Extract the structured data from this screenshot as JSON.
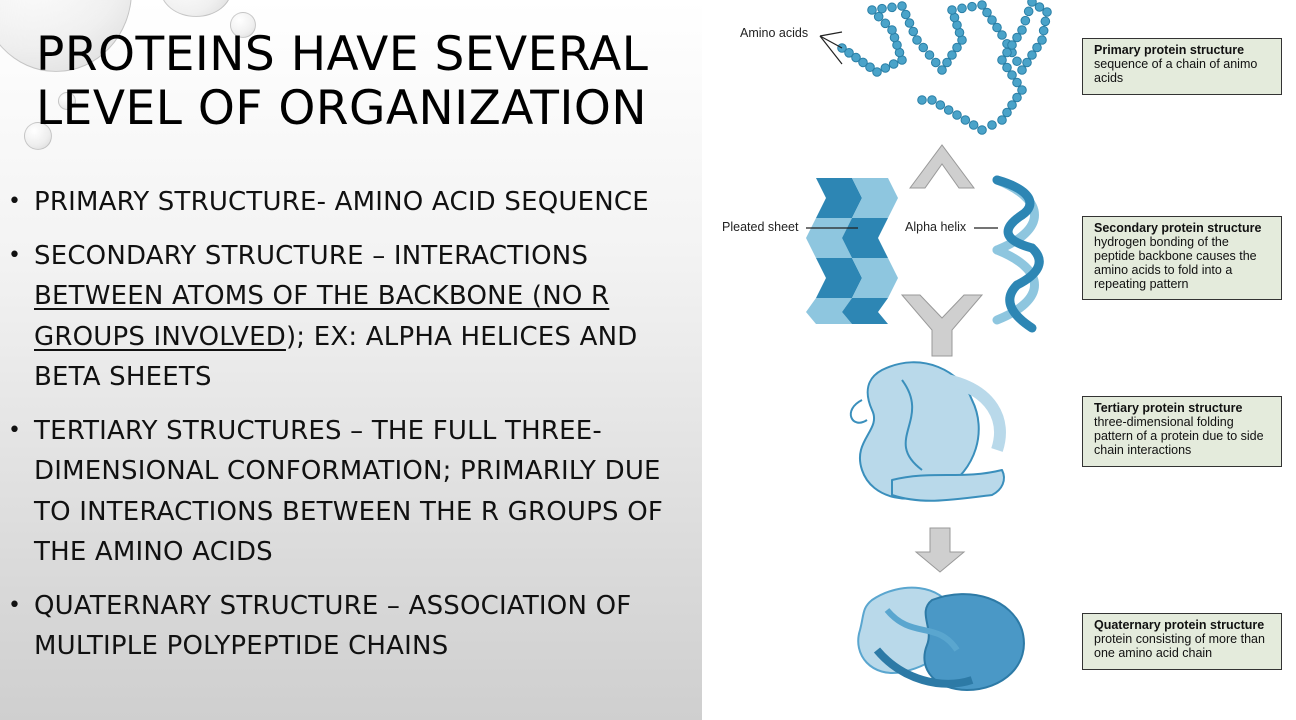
{
  "slide": {
    "title": "Proteins have several level of organization",
    "bullets": [
      {
        "text_1": "Primary structure- amino acid sequence"
      },
      {
        "text_1": "Secondary structure – interactions ",
        "underlined": "between atoms of the backbone (no R groups involved",
        "text_2": "); ex: alpha helices and beta sheets"
      },
      {
        "text_1": "Tertiary structures – the full three-dimensional conformation; primarily due to interactions between the R groups of the amino acids"
      },
      {
        "text_1": "Quaternary structure – association of multiple polypeptide chains"
      }
    ]
  },
  "diagram": {
    "labels": {
      "amino_acids": "Amino acids",
      "pleated_sheet": "Pleated sheet",
      "alpha_helix": "Alpha helix"
    },
    "boxes": [
      {
        "title": "Primary protein structure",
        "desc": "sequence of a chain of animo acids"
      },
      {
        "title": "Secondary protein structure",
        "desc": "hydrogen bonding of the peptide backbone causes the amino acids to fold into a repeating pattern"
      },
      {
        "title": "Tertiary protein structure",
        "desc": "three-dimensional folding pattern of a protein due to side chain interactions"
      },
      {
        "title": "Quaternary protein structure",
        "desc": "protein consisting of more than one amino acid chain"
      }
    ],
    "colors": {
      "bead": "#4aa3c9",
      "bead_stroke": "#2a7fa6",
      "helix_dark": "#2d86b4",
      "sheet_light": "#8ec6df",
      "arrow": "#bdbdbd"
    }
  }
}
